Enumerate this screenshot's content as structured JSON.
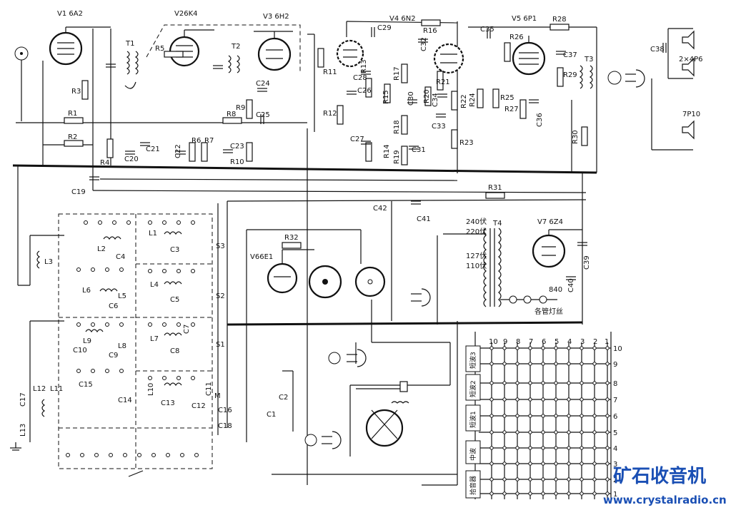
{
  "tubes": [
    {
      "id": "V1",
      "model": "6A2"
    },
    {
      "id": "V2",
      "model": "6K4"
    },
    {
      "id": "V3",
      "model": "6H2"
    },
    {
      "id": "V4",
      "model": "6N2"
    },
    {
      "id": "V5",
      "model": "6P1"
    },
    {
      "id": "V6",
      "model": "6E1"
    },
    {
      "id": "V7",
      "model": "6Z4"
    }
  ],
  "resistors": [
    "R1",
    "R2",
    "R3",
    "R4",
    "R5",
    "R6",
    "R7",
    "R8",
    "R9",
    "R10",
    "R11",
    "R12",
    "R13",
    "R14",
    "R15",
    "R16",
    "R17",
    "R18",
    "R19",
    "R20",
    "R21",
    "R22",
    "R23",
    "R24",
    "R25",
    "R26",
    "R27",
    "R28",
    "R29",
    "R30",
    "R31",
    "R32"
  ],
  "capacitors": [
    "C1",
    "C2",
    "C3",
    "C4",
    "C5",
    "C6",
    "C7",
    "C8",
    "C9",
    "C10",
    "C11",
    "C12",
    "C13",
    "C14",
    "C15",
    "C16",
    "C17",
    "C18",
    "C19",
    "C20",
    "C21",
    "C22",
    "C23",
    "C24",
    "C25",
    "C26",
    "C27",
    "C28",
    "C29",
    "C30",
    "C31",
    "C32",
    "C33",
    "C34",
    "C35",
    "C36",
    "C37",
    "C38",
    "C39",
    "C40",
    "C41",
    "C42"
  ],
  "coils": [
    "L1",
    "L2",
    "L3",
    "L4",
    "L5",
    "L6",
    "L7",
    "L8",
    "L9",
    "L10",
    "L11",
    "L12",
    "L13"
  ],
  "transformers": [
    "T1",
    "T2",
    "T3",
    "T4"
  ],
  "switches": [
    "S1",
    "S2",
    "S3"
  ],
  "junction_M": "M",
  "speakers": {
    "pair": "2×4P6",
    "single": "7P10"
  },
  "power_taps": [
    "240伏",
    "220伏",
    "127伏",
    "110伏"
  ],
  "hv_label": "840",
  "lamp_label": "各管灯丝",
  "band_table": {
    "columns": [
      "10",
      "9",
      "8",
      "7",
      "6",
      "5",
      "4",
      "3",
      "2",
      "1"
    ],
    "rows": [
      "10",
      "9",
      "8",
      "7",
      "6",
      "5",
      "4",
      "3",
      "2",
      "1"
    ],
    "bands": [
      "短波3",
      "短波2",
      "短波1",
      "中波",
      "拾音器"
    ]
  },
  "watermark": {
    "title": "矿石收音机",
    "url": "www.crystalradio.cn"
  }
}
